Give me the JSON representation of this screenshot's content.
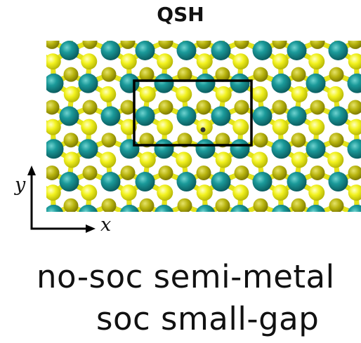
{
  "title": "QSH",
  "axes": {
    "x_label": "x",
    "y_label": "y"
  },
  "caption": {
    "line1": "no-soc semi-metal",
    "line2": "soc small-gap"
  },
  "colors": {
    "metal_atom": "#137f81",
    "chalcogen_atom": "#e3e31a",
    "unit_cell_box": "#000000"
  }
}
